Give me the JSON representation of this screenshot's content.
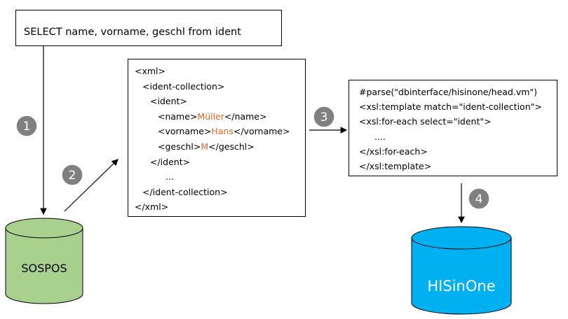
{
  "sql": {
    "text": "SELECT name, vorname, geschl from ident"
  },
  "xml": {
    "lines": [
      {
        "indent": 0,
        "parts": [
          {
            "t": "<xml>"
          }
        ]
      },
      {
        "indent": 1,
        "parts": [
          {
            "t": "<ident-collection>"
          }
        ]
      },
      {
        "indent": 2,
        "parts": [
          {
            "t": "<ident>"
          }
        ]
      },
      {
        "indent": 3,
        "parts": [
          {
            "t": "<name>"
          },
          {
            "t": "Müller",
            "hl": true
          },
          {
            "t": "</name>"
          }
        ]
      },
      {
        "indent": 3,
        "parts": [
          {
            "t": "<vorname>"
          },
          {
            "t": "Hans",
            "hl": true
          },
          {
            "t": "</vorname>"
          }
        ]
      },
      {
        "indent": 3,
        "parts": [
          {
            "t": "<geschl>"
          },
          {
            "t": "M",
            "hl": true
          },
          {
            "t": "</geschl>"
          }
        ]
      },
      {
        "indent": 2,
        "parts": [
          {
            "t": "</ident>"
          }
        ]
      },
      {
        "indent": 4,
        "parts": [
          {
            "t": "..."
          }
        ]
      },
      {
        "indent": 1,
        "parts": [
          {
            "t": "</ident-collection>"
          }
        ]
      },
      {
        "indent": 0,
        "parts": [
          {
            "t": "</xml>"
          }
        ]
      }
    ]
  },
  "xsl": {
    "lines": [
      {
        "indent": 0,
        "text": "#parse(\"dbinterface/hisinone/head.vm\")"
      },
      {
        "indent": 0,
        "text": "<xsl:template match=\"ident-collection\">"
      },
      {
        "indent": 0,
        "text": "<xsl:for-each select=\"ident\">"
      },
      {
        "indent": 1,
        "text": "...."
      },
      {
        "indent": 0,
        "text": "</xsl:for-each>"
      },
      {
        "indent": 0,
        "text": "</xsl:template>"
      }
    ]
  },
  "steps": [
    "1",
    "2",
    "3",
    "4"
  ],
  "databases": {
    "source": {
      "label": "SOSPOS",
      "color": "#a9d18e"
    },
    "target": {
      "label": "HISinOne",
      "color": "#00b0f0"
    }
  },
  "colors": {
    "highlight": "#e06a26",
    "step_circle": "#808080"
  }
}
